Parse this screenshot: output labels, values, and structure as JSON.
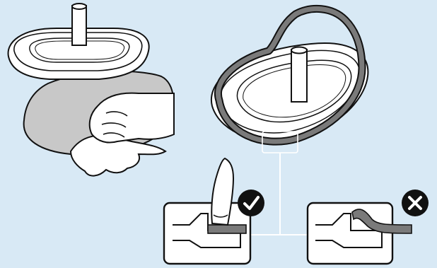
{
  "colors": {
    "background": "#d8e9f5",
    "outline": "#111111",
    "white": "#ffffff",
    "surface_shade": "#c8c8c8",
    "seal": "#7a7a7a",
    "badge": "#111111"
  },
  "panels": {
    "left": {
      "subject": "lid-being-wiped-with-cloth"
    },
    "right": {
      "subject": "lid-with-seal-ring-partially-removed",
      "correct_detail": {
        "status": "correct",
        "icon": "check-icon"
      },
      "incorrect_detail": {
        "status": "incorrect",
        "icon": "cross-icon"
      }
    }
  }
}
